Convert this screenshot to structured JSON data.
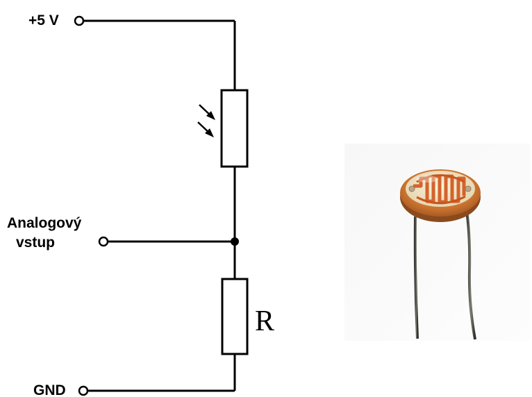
{
  "terminals": {
    "supply": "+5 V",
    "analog_line1": "Analogový",
    "analog_line2": "vstup",
    "ground": "GND"
  },
  "components": {
    "fixed_resistor_label": "R"
  },
  "icons": [
    "light-arrows-icon",
    "photoresistor-photo"
  ],
  "colors": {
    "wire": "#000000",
    "sensor_body": "#c8712e",
    "sensor_face": "#efe2c2",
    "sensor_track": "#d4632c"
  }
}
